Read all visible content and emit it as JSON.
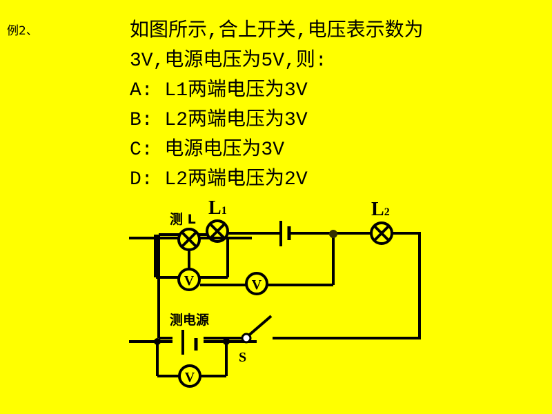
{
  "example_label": "例2、",
  "question": {
    "lines": [
      "如图所示,合上开关,电压表示数为",
      "3V,电源电压为5V,则:",
      "A: L1两端电压为3V",
      "B: L2两端电压为3V",
      "C: 电源电压为3V",
      "D: L2两端电压为2V"
    ]
  },
  "diagram": {
    "label_measure_l": "测 L",
    "label_l1": "L",
    "label_l1_sub": "1",
    "label_l2": "L",
    "label_l2_sub": "2",
    "label_measure_source": "测电源",
    "label_switch": "S",
    "voltmeter_symbol": "V"
  }
}
